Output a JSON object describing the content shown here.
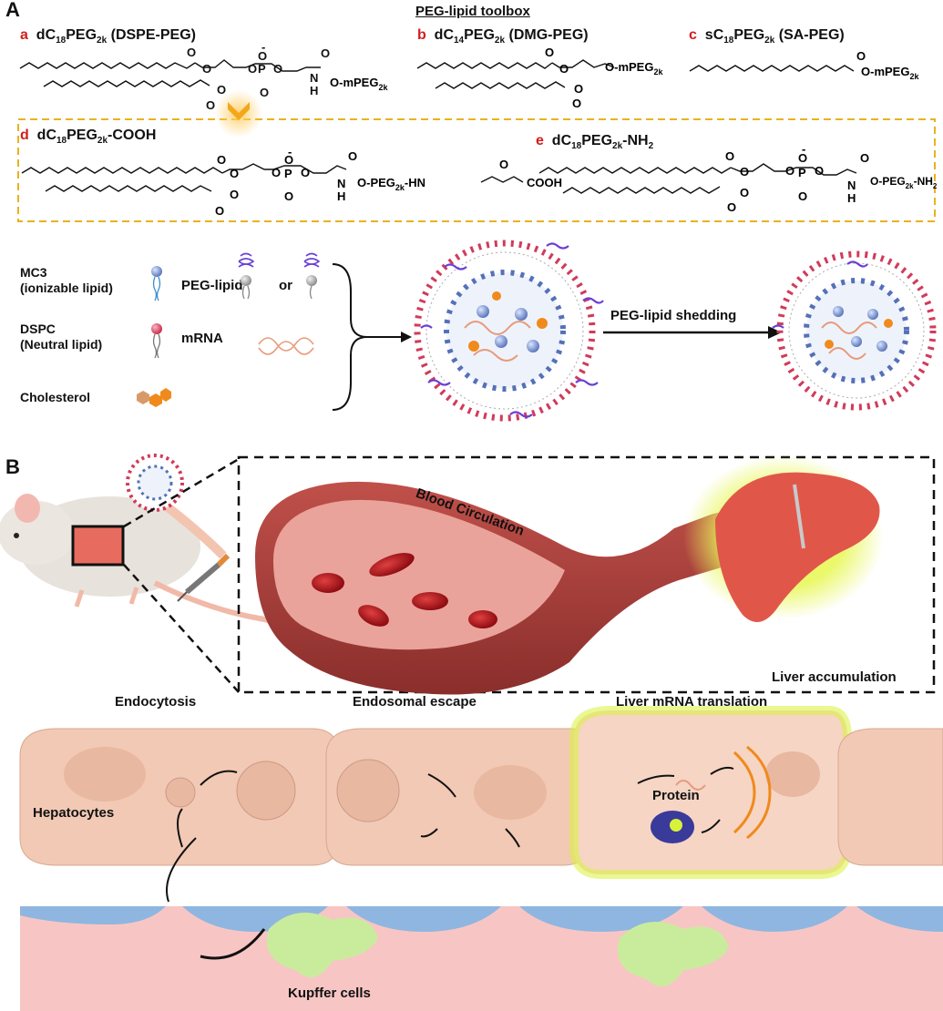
{
  "panel_a": {
    "letter": "A",
    "toolbox_title": "PEG-lipid toolbox",
    "compounds": [
      {
        "letter": "a",
        "name_html": "dC<sub>18</sub>PEG<sub>2k</sub> (DSPE-PEG)",
        "end_label": "O-mPEG",
        "end_sub": "2k"
      },
      {
        "letter": "b",
        "name_html": "dC<sub>14</sub>PEG<sub>2k</sub> (DMG-PEG)",
        "end_label": "O-mPEG",
        "end_sub": "2k"
      },
      {
        "letter": "c",
        "name_html": "sC<sub>18</sub>PEG<sub>2k</sub> (SA-PEG)",
        "end_label": "O-mPEG",
        "end_sub": "2k"
      },
      {
        "letter": "d",
        "name_html": "dC<sub>18</sub>PEG<sub>2k</sub>-COOH",
        "end_label": "O-PEG",
        "end_sub": "2k",
        "end_tail": "-HN",
        "acid": "COOH"
      },
      {
        "letter": "e",
        "name_html": "dC<sub>18</sub>PEG<sub>2k</sub>-NH<sub>2</sub>",
        "end_label": "O-PEG",
        "end_sub": "2k",
        "end_tail": "-NH",
        "end_tail_sub": "2"
      }
    ],
    "atoms": {
      "o": "O",
      "p": "P",
      "n": "N",
      "h": "H",
      "minus": "-"
    },
    "legend": {
      "mc3": "MC3",
      "mc3_sub": "(ionizable lipid)",
      "dspc": "DSPC",
      "dspc_sub": "(Neutral lipid)",
      "cholesterol": "Cholesterol",
      "peg_lipid": "PEG-lipid",
      "or": "or",
      "mrna": "mRNA"
    },
    "shedding_label": "PEG-lipid shedding"
  },
  "panel_b": {
    "letter": "B",
    "blood_circulation": "Blood Circulation",
    "liver_accumulation": "Liver accumulation",
    "endocytosis": "Endocytosis",
    "endosomal_escape": "Endosomal escape",
    "liver_translation": "Liver mRNA translation",
    "hepatocytes": "Hepatocytes",
    "protein": "Protein",
    "kupffer": "Kupffer cells"
  },
  "colors": {
    "accent_red": "#d21d1d",
    "dashed_box": "#e8b21f",
    "vessel": "#b7413d",
    "liver": "#e0574a",
    "cell": "#f2c9b4",
    "glow": "#d8f23a",
    "sinusoid": "#f7c6c4",
    "endothelium": "#8fb6e0",
    "kupffer_cell": "#c9ec9c"
  }
}
